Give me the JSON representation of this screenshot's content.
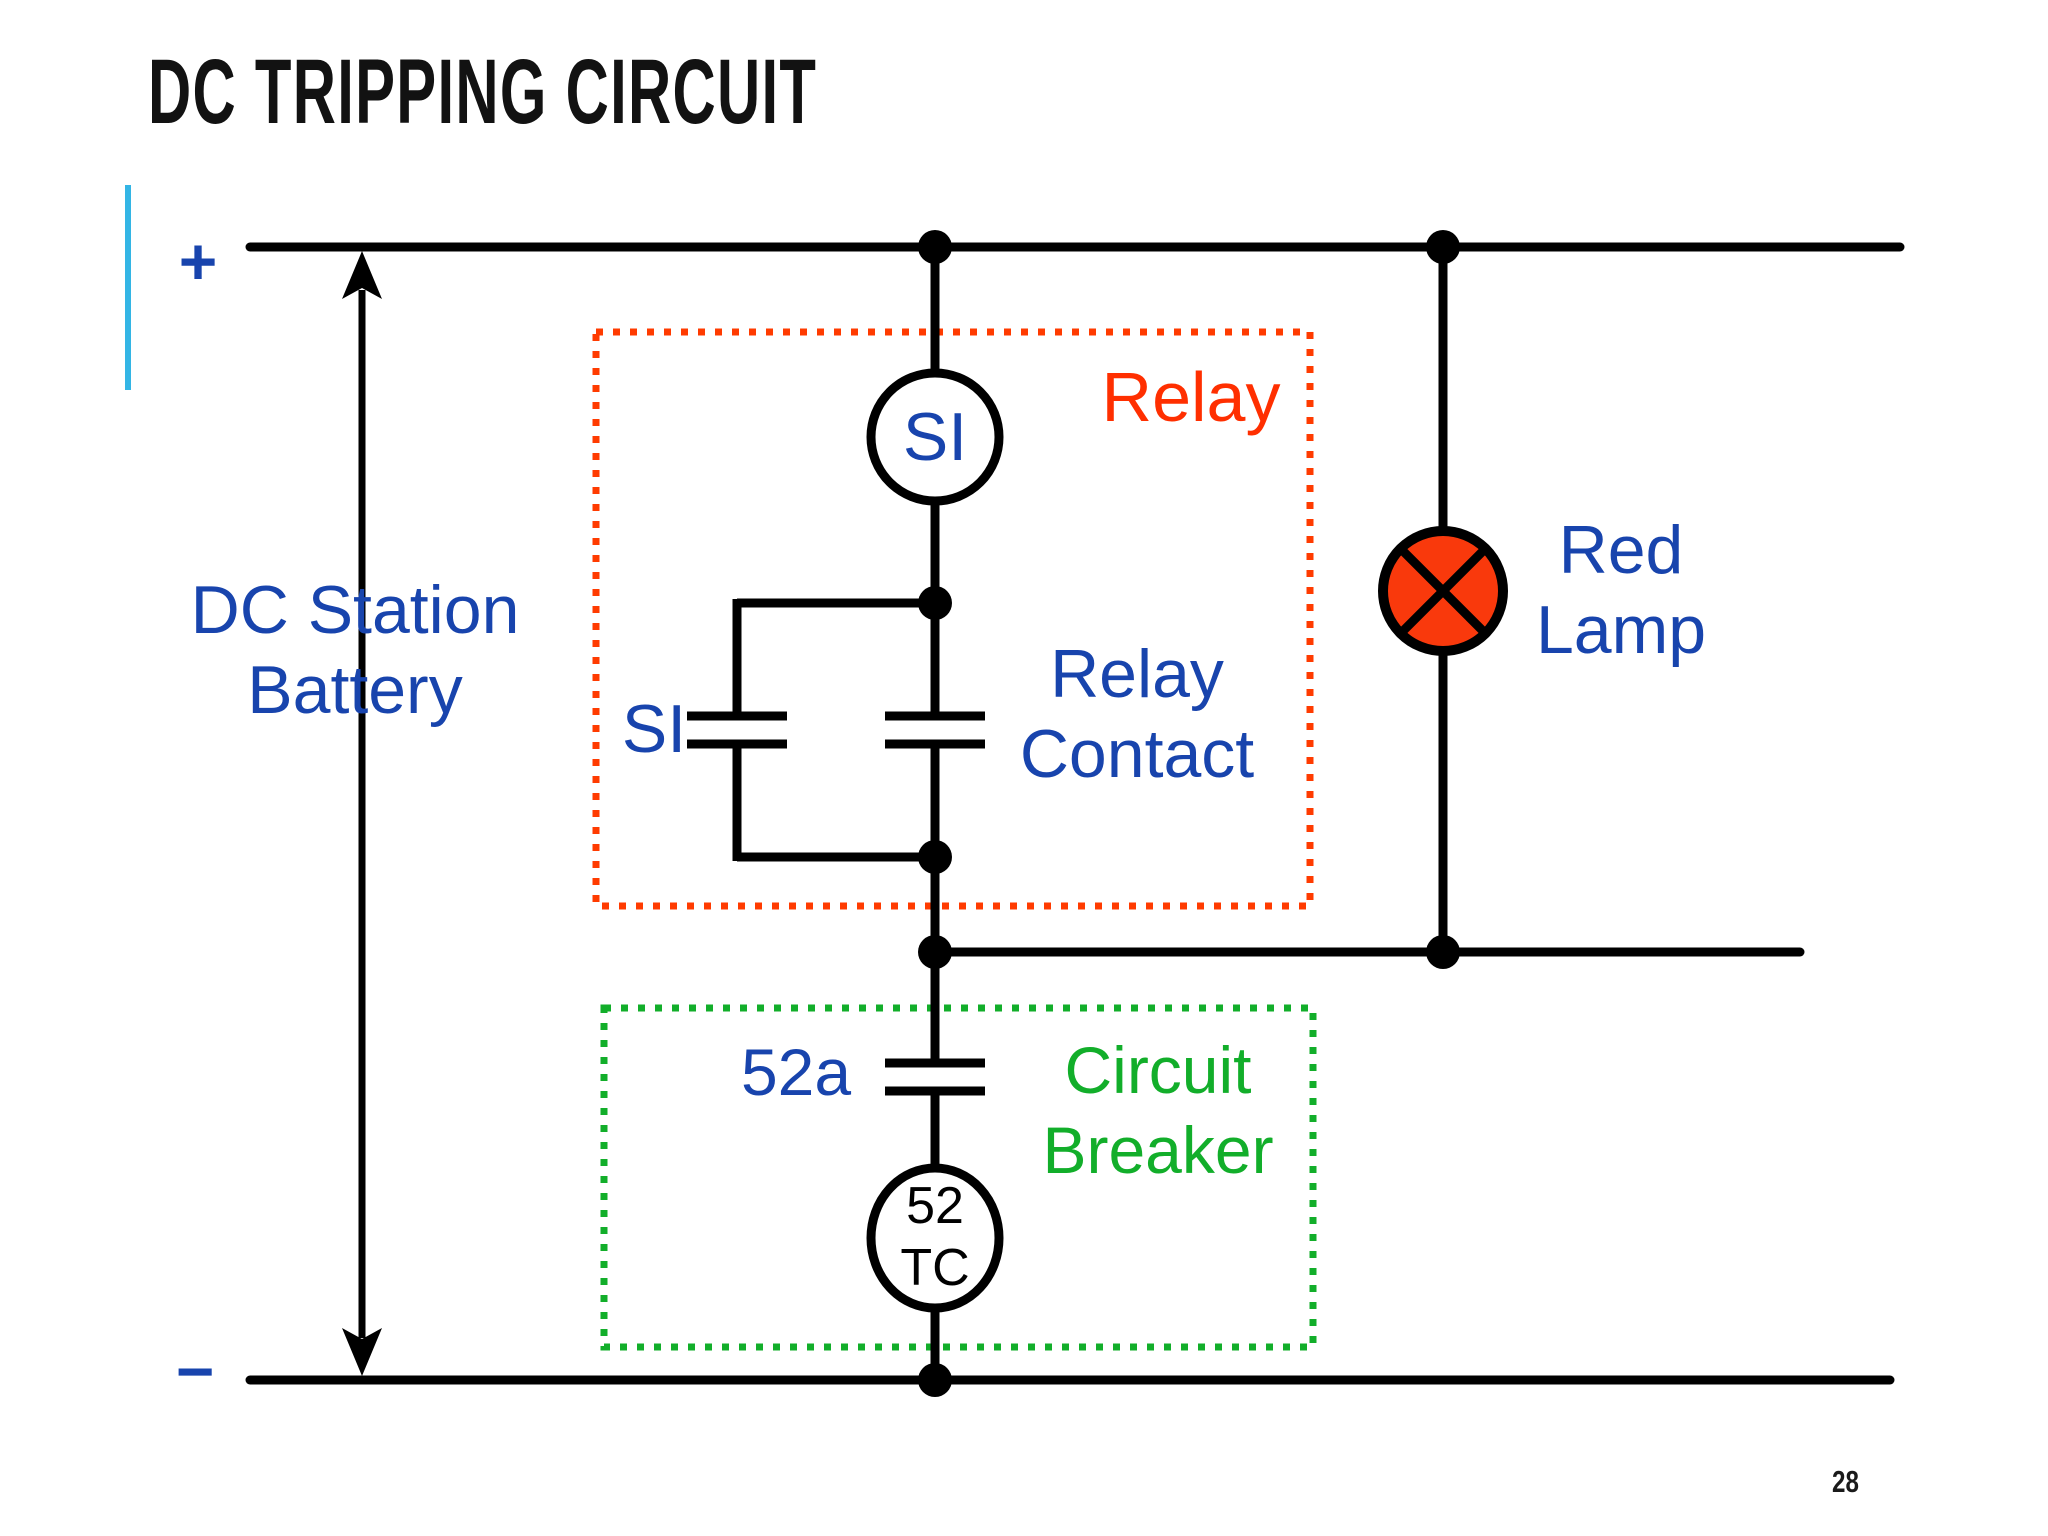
{
  "slide": {
    "title": "DC TRIPPING CIRCUIT",
    "page_number": "28"
  },
  "labels": {
    "plus": "+",
    "minus": "−",
    "battery_line1": "DC Station",
    "battery_line2": "Battery",
    "relay_box": "Relay",
    "relay_coil": "SI",
    "parallel_contact": "SI",
    "relay_contact_line1": "Relay",
    "relay_contact_line2": "Contact",
    "lamp_line1": "Red",
    "lamp_line2": "Lamp",
    "breaker_box_line1": "Circuit",
    "breaker_box_line2": "Breaker",
    "aux_contact": "52a",
    "trip_coil_line1": "52",
    "trip_coil_line2": "TC"
  },
  "colors": {
    "label_blue": "#1844AD",
    "relay_text_red": "#FF2F00",
    "relay_box_red": "#FF3B00",
    "lamp_fill": "#F9390C",
    "breaker_green": "#12AE2A",
    "accent_bar_blue": "#33B5E5",
    "wire_black": "#000000"
  }
}
